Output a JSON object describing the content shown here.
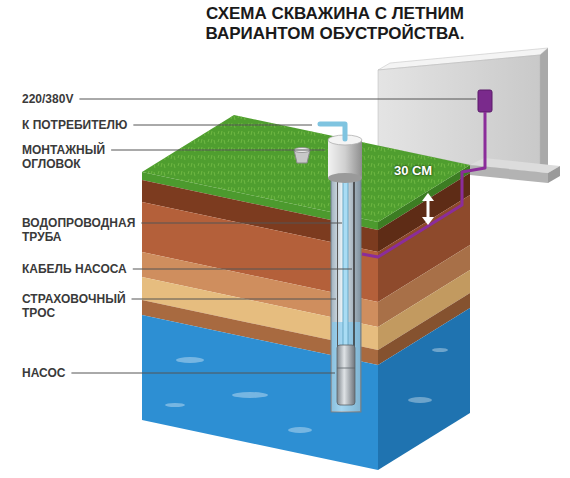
{
  "diagram": {
    "title": "СХЕМА СКВАЖИНА С ЛЕТНИМ ВАРИАНТОМ ОБУСТРОЙСТВА.",
    "labels": [
      "220/380V",
      "К ПОТРЕБИТЕЛЮ",
      "МОНТАЖНЫЙ ОГЛОВОК",
      "30 СМ",
      "ВОДОПРОВОДНАЯ ТРУБА",
      "КАБЕЛЬ НАСОСА",
      "СТРАХОВОЧНЫЙ ТРОС",
      "НАСОС"
    ]
  }
}
